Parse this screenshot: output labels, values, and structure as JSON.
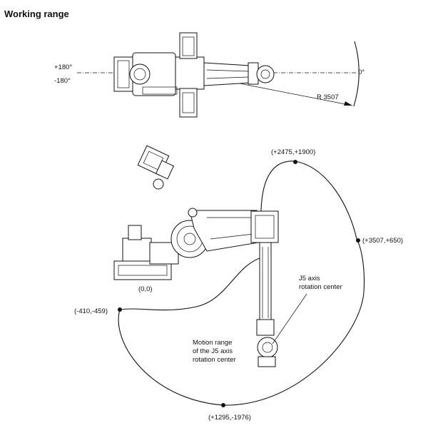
{
  "title": "Working range",
  "top_view": {
    "angle_plus": "+180°",
    "angle_minus": "-180°",
    "angle_zero": "0°",
    "radius": "R 3507"
  },
  "side_view": {
    "points": [
      {
        "label": "(+2475,+1900)"
      },
      {
        "label": "(+3507,+650)"
      },
      {
        "label": "(-410,-459)"
      },
      {
        "label": "(+1295,-1976)"
      },
      {
        "label": "(0,0)"
      }
    ],
    "j5_label_line1": "J5 axis",
    "j5_label_line2": "rotation center",
    "motion_label_line1": "Motion range",
    "motion_label_line2": "of the J5 axis",
    "motion_label_line3": "rotation center"
  }
}
